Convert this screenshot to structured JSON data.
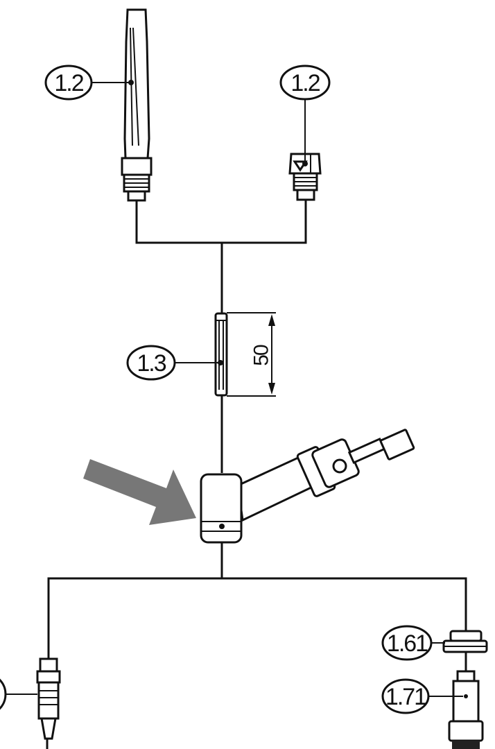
{
  "labels": {
    "callout_top_left": "1.2",
    "callout_top_right": "1.2",
    "callout_middle": "1.3",
    "dimension_value": "50",
    "callout_bottom_right_upper": "1.61",
    "callout_bottom_right_lower": "1.71"
  },
  "colors": {
    "line": "#111111",
    "arrow": "#777777",
    "background": "#ffffff"
  }
}
